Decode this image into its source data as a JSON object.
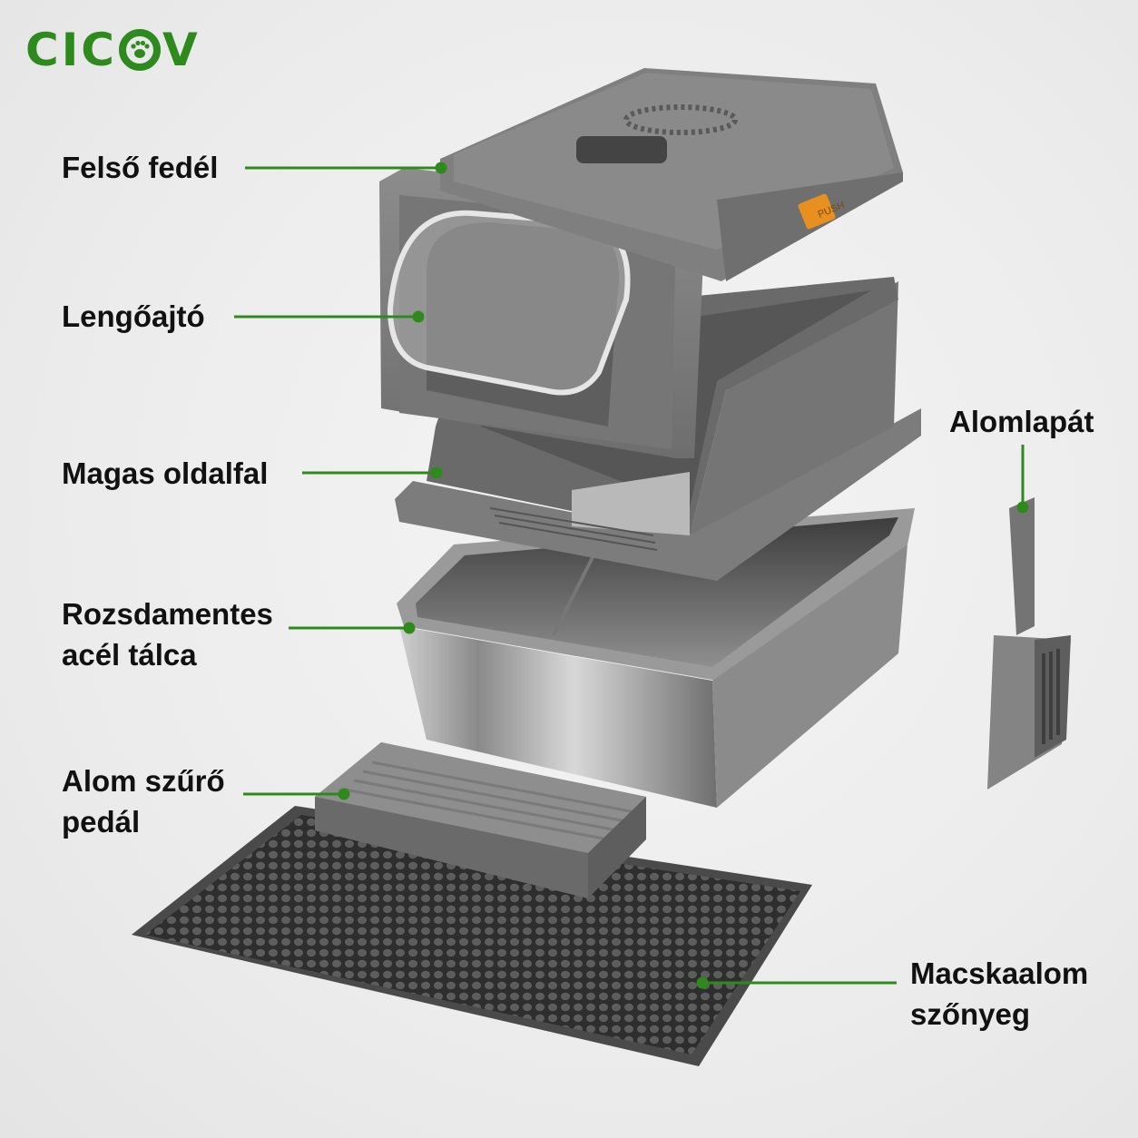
{
  "brand": {
    "name_left": "CIC",
    "name_right": "V",
    "color": "#2f8a1d"
  },
  "accent_color": "#2f8a1d",
  "push_label": "PUSH",
  "labels": {
    "top_lid": "Felső fedél",
    "swing_door": "Lengőajtó",
    "high_wall": "Magas oldalfal",
    "steel_tray_line1": "Rozsdamentes",
    "steel_tray_line2": "acél tálca",
    "scoop": "Alomlapát",
    "filter_pedal_line1": "Alom szűrő",
    "filter_pedal_line2": "pedál",
    "mat_line1": "Macskaalom",
    "mat_line2": "szőnyeg"
  }
}
